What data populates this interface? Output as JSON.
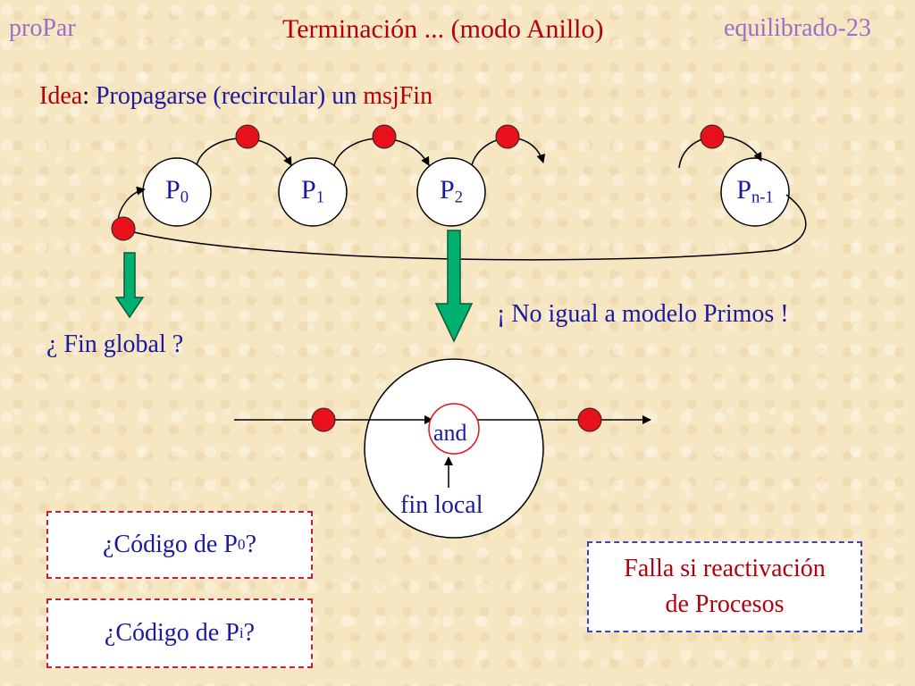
{
  "header": {
    "left": "proPar",
    "title": "Terminación ... (modo Anillo)",
    "right": "equilibrado-23"
  },
  "idea": {
    "label": "Idea",
    "sep": ": ",
    "text": "Propagarse (recircular) un ",
    "keyword": "msjFin"
  },
  "processes": [
    {
      "base": "P",
      "sub": "0"
    },
    {
      "base": "P",
      "sub": "1"
    },
    {
      "base": "P",
      "sub": "2"
    },
    {
      "base": "P",
      "sub": "n-1"
    }
  ],
  "notes": {
    "no_igual": "¡ No igual a modelo Primos !",
    "fin_global": "¿ Fin global ?",
    "and": "and",
    "fin_local": "fin local"
  },
  "boxes": {
    "code_p0": {
      "pre": "¿Código de P",
      "sub": "0",
      "post": "?"
    },
    "code_pi": {
      "pre": "¿Código de P",
      "sub": "i",
      "post": "?"
    },
    "falla": {
      "line1": "Falla si reactivación",
      "line2": "de Procesos"
    }
  },
  "colors": {
    "token": "#e8101a",
    "arrow_fill": "#00b070",
    "text_blue": "#1a1aa0",
    "text_red": "#b3000c",
    "header_purple": "#9b6fc9"
  }
}
